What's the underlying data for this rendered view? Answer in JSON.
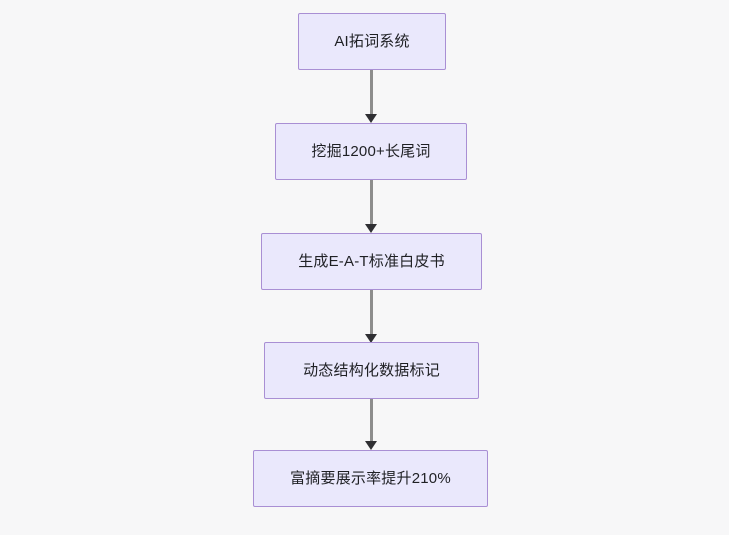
{
  "diagram": {
    "type": "flowchart",
    "direction": "top-to-bottom",
    "background_color": "#f7f7f8",
    "node_fill_color": "#eae8fc",
    "node_border_color": "#a98fd4",
    "node_text_color": "#1f2024",
    "edge_line_color": "#8d8d8d",
    "edge_arrow_color": "#2f2f33",
    "nodes": [
      {
        "id": "n1",
        "label": "AI拓词系统"
      },
      {
        "id": "n2",
        "label": "挖掘1200+长尾词"
      },
      {
        "id": "n3",
        "label": "生成E-A-T标准白皮书"
      },
      {
        "id": "n4",
        "label": "动态结构化数据标记"
      },
      {
        "id": "n5",
        "label": "富摘要展示率提升210%"
      }
    ],
    "edges": [
      {
        "from": "n1",
        "to": "n2"
      },
      {
        "from": "n2",
        "to": "n3"
      },
      {
        "from": "n3",
        "to": "n4"
      },
      {
        "from": "n4",
        "to": "n5"
      }
    ]
  }
}
